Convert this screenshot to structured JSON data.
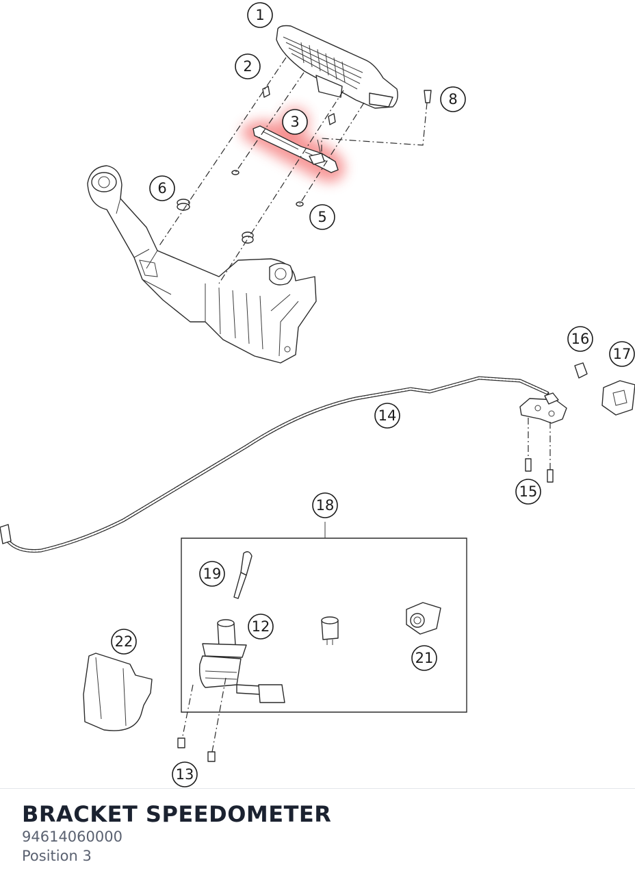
{
  "diagram": {
    "callouts": [
      "1",
      "2",
      "3",
      "5",
      "6",
      "8",
      "12",
      "13",
      "14",
      "15",
      "16",
      "17",
      "18",
      "19",
      "21",
      "22"
    ],
    "highlight_color": "#f04848"
  },
  "part": {
    "name": "BRACKET SPEEDOMETER",
    "number": "94614060000",
    "position": "Position 3"
  }
}
